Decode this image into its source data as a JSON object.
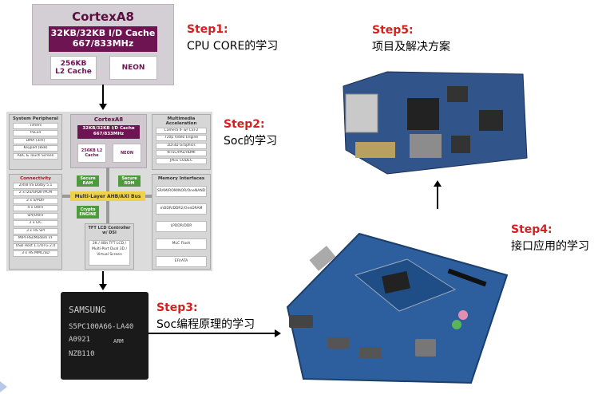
{
  "steps": [
    {
      "title": "Step1:",
      "desc": "CPU CORE的学习"
    },
    {
      "title": "Step2:",
      "desc": "Soc的学习"
    },
    {
      "title": "Step3:",
      "desc": "Soc编程原理的学习"
    },
    {
      "title": "Step4:",
      "desc": "接口应用的学习"
    },
    {
      "title": "Step5:",
      "desc": "项目及解决方案"
    }
  ],
  "core": {
    "title": "CortexA8",
    "cache_line1": "32KB/32KB I/D Cache",
    "cache_line2": "667/833MHz",
    "l2_line1": "256KB",
    "l2_line2": "L2 Cache",
    "neon": "NEON"
  },
  "soc": {
    "left_top": {
      "title": "System Peripheral",
      "items": [
        "Timers",
        "PLLx4",
        "DMA (3ch)",
        "Keypad (8x8)",
        "ADC & Touch Screen"
      ]
    },
    "left_bottom": {
      "title": "Connectivity",
      "items": [
        "2/4/8 I/S Dolby 5.1",
        "2 x I2S/SPDIF/PCM",
        "2 x S/PDIF",
        "4 x UART",
        "SPI/UART",
        "2 x I2C",
        "3 x HS SPI",
        "MIPI-HSI/Modem I/F",
        "USB Host 1.1/OTG 2.0",
        "3 x HS MMC/SD"
      ]
    },
    "right_top": {
      "title": "Multimedia Acceleration",
      "items": [
        "Camera IF w/ CSI-2",
        "720p Video Engine",
        "2D/3D Graphics",
        "NTSC/PAL/HDMI",
        "JPEG CODEC"
      ]
    },
    "right_bottom": {
      "title": "Memory Interfaces",
      "items": [
        "SRAM/ROM/NOR/OneNAND",
        "mDDR/DDR2/OneDRAM",
        "LPDDR/DDR",
        "MLC Flash",
        "EFI/ATA"
      ]
    },
    "core_title": "CortexA8",
    "core_cache": "32KB/32KB I/D Cache 667/833MHz",
    "core_l2": "256KB L2 Cache",
    "core_neon": "NEON",
    "secure_ram": "Secure RAM",
    "secure_rom": "Secure ROM",
    "bus": "Multi-Layer AHB/AXI Bus",
    "crypto": "Crypto ENGINE",
    "tft_title": "TFT LCD Controller w/ DSI",
    "tft_sub": "2K / 4Bit TFT LCD / Multi-Port Dual 3D / Virtual Screen"
  },
  "chip": {
    "line1": "SAMSUNG",
    "line2": "S5PC100A66-LA40",
    "line3": "A0921",
    "line3b": "ARM",
    "line4": "NZB110"
  },
  "colors": {
    "step_title": "#d62020",
    "core_dark": "#6e1453",
    "board_blue": "#2d5f9e"
  }
}
